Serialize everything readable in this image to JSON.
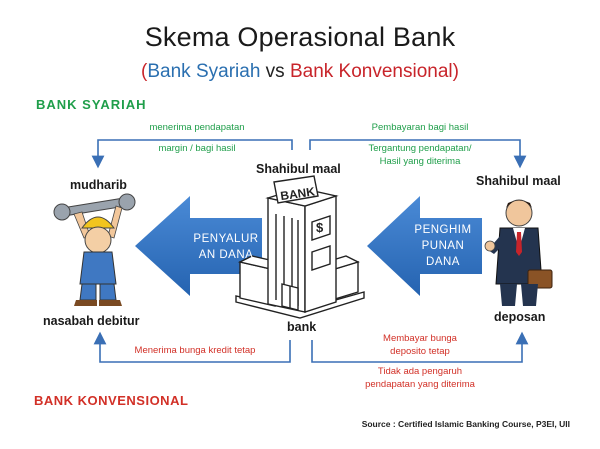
{
  "header": {
    "title": "Skema Operasional Bank",
    "subtitle_open": "(",
    "subtitle_syariah": "Bank Syariah",
    "subtitle_vs": " vs ",
    "subtitle_konvensional": "Bank Konvensional",
    "subtitle_close": ")"
  },
  "sections": {
    "syariah": "BANK  SYARIAH",
    "konvensional": "BANK KONVENSIONAL"
  },
  "syariah_flows": {
    "left_line1": "menerima pendapatan",
    "left_line2": "margin / bagi hasil",
    "right_line1": "Pembayaran bagi hasil",
    "right_line2": "Tergantung pendapatan/",
    "right_line3": "Hasil yang diterima"
  },
  "konvensional_flows": {
    "left_line1": "Menerima bunga kredit tetap",
    "right_line1": "Membayar bunga",
    "right_line2": "deposito tetap",
    "right_line3": "Tidak ada pengaruh",
    "right_line4": "pendapatan yang diterima"
  },
  "roles": {
    "mudharib": "mudharib",
    "nasabah_debitur": "nasabah debitur",
    "shahibul_maal_center": "Shahibul maal",
    "shahibul_maal_right": "Shahibul maal",
    "bank": "bank",
    "deposan": "deposan"
  },
  "arrows": {
    "left_line1": "PENYALUR",
    "left_line2": "AN DANA",
    "right_line1": "PENGHIM",
    "right_line2": "PUNAN",
    "right_line3": "DANA"
  },
  "building": {
    "sign": "BANK",
    "dollar": "$"
  },
  "source": "Source : Certified Islamic Banking Course, P3EI, UII",
  "colors": {
    "green": "#1f9e4a",
    "red": "#d23027",
    "blue_line": "#3a6fb5",
    "arrow_fill": "#2f73c4"
  }
}
